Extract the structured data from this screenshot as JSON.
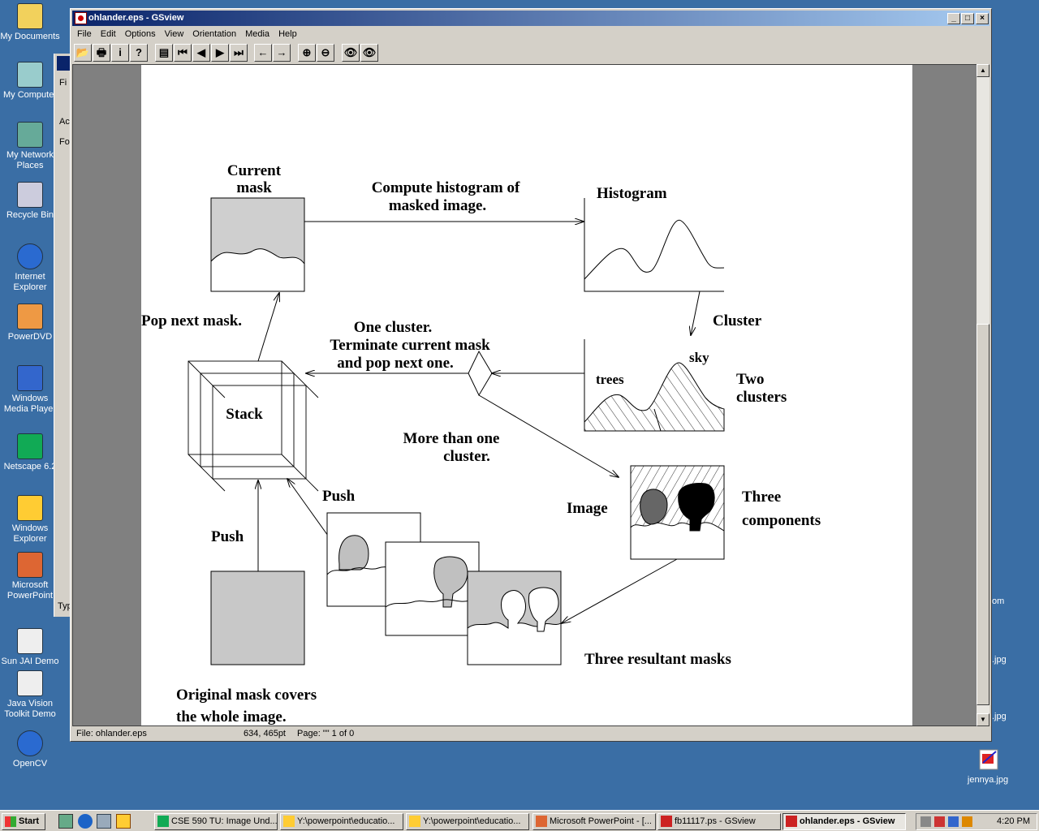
{
  "desktop": {
    "icons": [
      {
        "label": "My Documents",
        "icon": "folder-documents-icon"
      },
      {
        "label": "My Computer",
        "icon": "computer-icon"
      },
      {
        "label": "My Network Places",
        "icon": "network-icon"
      },
      {
        "label": "Recycle Bin",
        "icon": "recycle-bin-icon"
      },
      {
        "label": "Internet Explorer",
        "icon": "ie-icon"
      },
      {
        "label": "PowerDVD",
        "icon": "dvd-icon"
      },
      {
        "label": "Windows Media Player",
        "icon": "media-player-icon"
      },
      {
        "label": "Netscape 6.2",
        "icon": "netscape-icon"
      },
      {
        "label": "Windows Explorer",
        "icon": "explorer-icon"
      },
      {
        "label": "Microsoft PowerPoint",
        "icon": "powerpoint-icon"
      },
      {
        "label": "Sun JAI Demo",
        "icon": "java-icon"
      },
      {
        "label": "Java Vision Toolkit Demo",
        "icon": "java-icon"
      },
      {
        "label": "OpenCV",
        "icon": "ie-icon"
      }
    ],
    "right_fragments": [
      "om",
      ".jpg",
      ".jpg"
    ],
    "right_icon_label": "jennya.jpg",
    "behind_window_items": [
      "Fi",
      "Ac",
      "Fo",
      "Typ"
    ]
  },
  "window": {
    "title": "ohlander.eps - GSview",
    "controls": {
      "minimize": "_",
      "maximize": "□",
      "close": "×"
    },
    "menu": [
      "File",
      "Edit",
      "Options",
      "View",
      "Orientation",
      "Media",
      "Help"
    ],
    "toolbar": [
      {
        "name": "open-button",
        "glyph": "📂"
      },
      {
        "name": "print-button",
        "glyph": "🖶"
      },
      {
        "name": "info-button",
        "glyph": "i"
      },
      {
        "name": "help-button",
        "glyph": "?"
      },
      {
        "name": "page-select-button",
        "glyph": "▤"
      },
      {
        "name": "first-page-button",
        "glyph": "⏮"
      },
      {
        "name": "prev-page-button",
        "glyph": "◀"
      },
      {
        "name": "next-page-button",
        "glyph": "▶"
      },
      {
        "name": "last-page-button",
        "glyph": "⏭"
      },
      {
        "name": "back-button",
        "glyph": "←"
      },
      {
        "name": "forward-button",
        "glyph": "→"
      },
      {
        "name": "zoom-in-button",
        "glyph": "⊕"
      },
      {
        "name": "zoom-out-button",
        "glyph": "⊖"
      },
      {
        "name": "text-extract-button",
        "glyph": "👁"
      },
      {
        "name": "find-button",
        "glyph": "👁"
      }
    ],
    "status": {
      "file": "File: ohlander.eps",
      "coords": "634, 465pt",
      "page": "Page: \"\" 1 of 0"
    }
  },
  "diagram": {
    "current_mask": [
      "Current",
      "mask"
    ],
    "compute_histogram": [
      "Compute histogram of",
      "masked image."
    ],
    "histogram": "Histogram",
    "cluster": "Cluster",
    "pop_next_mask": "Pop next mask.",
    "one_cluster": [
      "One cluster.",
      "Terminate current mask",
      "and pop next one."
    ],
    "trees": "trees",
    "sky": "sky",
    "two_clusters": [
      "Two",
      "clusters"
    ],
    "stack": "Stack",
    "more_than_one": [
      "More than one",
      "cluster."
    ],
    "push_upper": "Push",
    "image": "Image",
    "three_components": [
      "Three",
      "components"
    ],
    "push_lower": "Push",
    "three_resultant": "Three resultant masks",
    "original_mask": [
      "Original mask covers",
      "the whole image."
    ]
  },
  "taskbar": {
    "start": "Start",
    "tasks": [
      {
        "label": "CSE 590 TU: Image Und...",
        "icon": "netscape-icon"
      },
      {
        "label": "Y:\\powerpoint\\educatio...",
        "icon": "folder-search-icon"
      },
      {
        "label": "Y:\\powerpoint\\educatio...",
        "icon": "folder-search-icon"
      },
      {
        "label": "Microsoft PowerPoint - [...",
        "icon": "powerpoint-icon"
      },
      {
        "label": "fb11117.ps - GSview",
        "icon": "gsview-icon"
      },
      {
        "label": "ohlander.eps - GSview",
        "icon": "gsview-icon"
      }
    ],
    "clock": "4:20 PM"
  }
}
